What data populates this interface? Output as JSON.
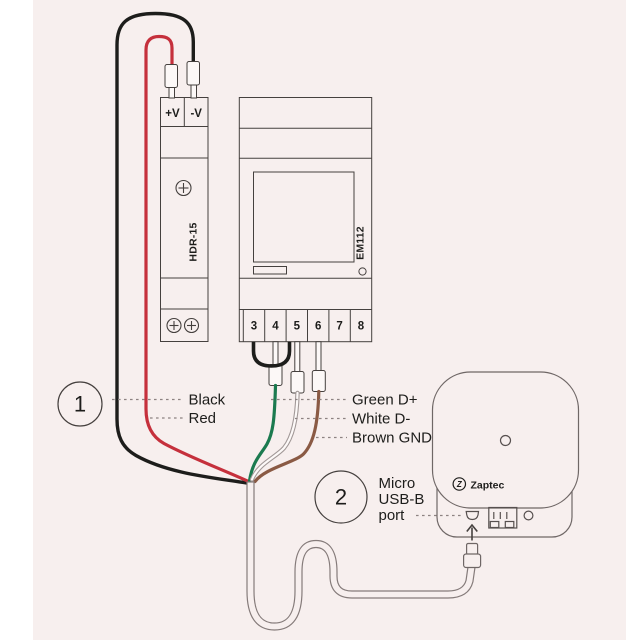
{
  "power_supply": {
    "model": "HDR-15",
    "terminals": [
      "+V",
      "-V"
    ]
  },
  "energy_meter": {
    "model": "EM112",
    "terminals": [
      "3",
      "4",
      "5",
      "6",
      "7",
      "8"
    ]
  },
  "wires": {
    "black": {
      "label": "Black",
      "color": "#1d1d1b"
    },
    "red": {
      "label": "Red",
      "color": "#c5303c"
    },
    "green": {
      "label": "Green D+",
      "color": "#1b7a4f"
    },
    "white": {
      "label": "White D-",
      "color": "#a19897"
    },
    "brown": {
      "label": "Brown GND",
      "color": "#8a5a44"
    }
  },
  "callouts": [
    {
      "number": "1"
    },
    {
      "number": "2",
      "label_lines": [
        "Micro",
        "USB-B",
        "port"
      ]
    }
  ],
  "device": {
    "brand": "Zaptec",
    "logo_letter": "Z"
  }
}
